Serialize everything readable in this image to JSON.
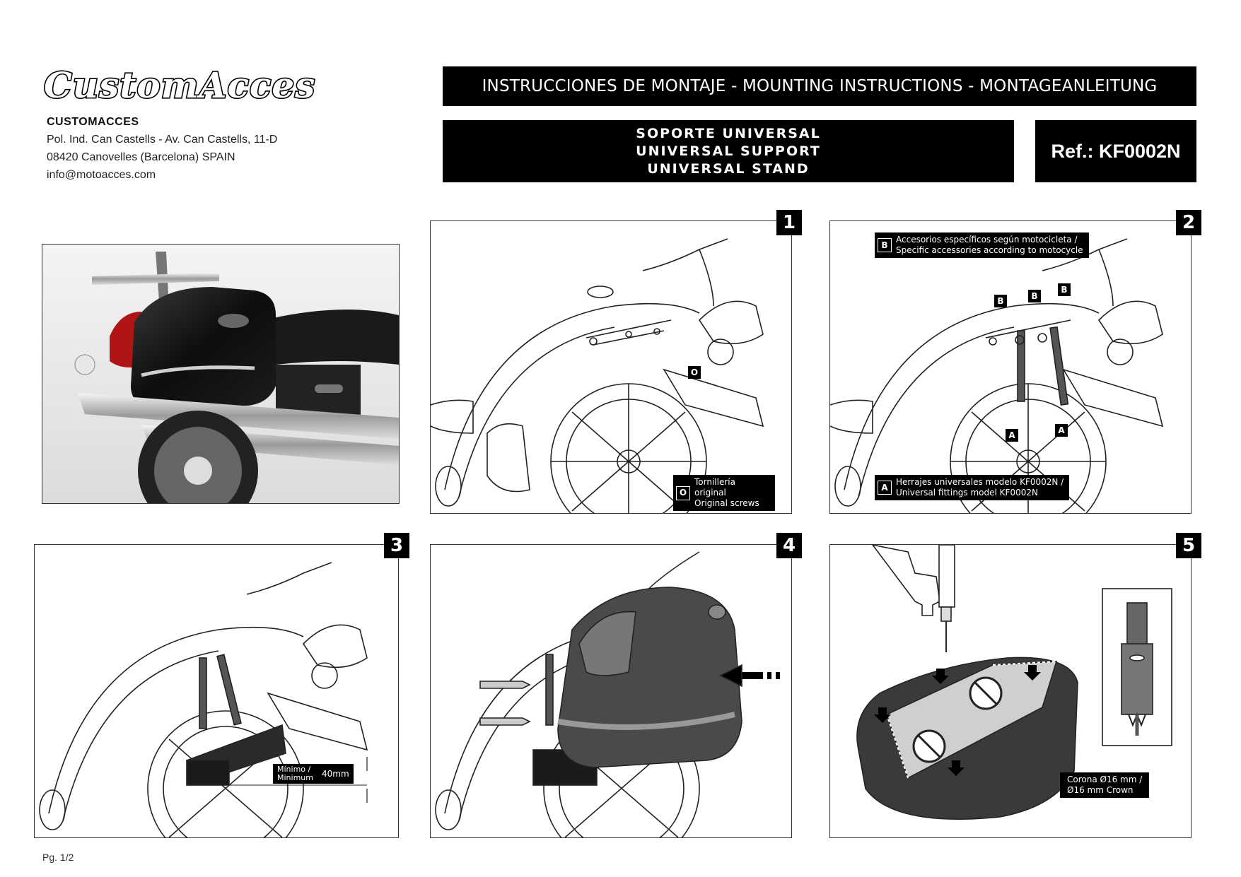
{
  "brand": {
    "logo_text": "CustomAcces"
  },
  "company": {
    "name": "CUSTOMACCES",
    "address1": "Pol. Ind. Can Castells - Av. Can Castells, 11-D",
    "address2": "08420 Canovelles (Barcelona) SPAIN",
    "email": "info@motoacces.com"
  },
  "header": {
    "title": "INSTRUCCIONES DE MONTAJE - MOUNTING INSTRUCTIONS - MONTAGEANLEITUNG",
    "product_lines": [
      "SOPORTE UNIVERSAL",
      "UNIVERSAL SUPPORT",
      "UNIVERSAL STAND"
    ],
    "ref": "Ref.: KF0002N"
  },
  "steps": {
    "s1": {
      "number": "1",
      "marker": "O",
      "legend_key": "O",
      "legend_line1": "Tornillería original",
      "legend_line2": "Original screws"
    },
    "s2": {
      "number": "2",
      "marker_b": "B",
      "marker_a": "A",
      "legend_top_key": "B",
      "legend_top_line1": "Accesorios específicos según motocicleta /",
      "legend_top_line2": "Specific accessories according to motocycle",
      "legend_bottom_key": "A",
      "legend_bottom_line1": "Herrajes universales modelo KF0002N /",
      "legend_bottom_line2": "Universal fittings model KF0002N"
    },
    "s3": {
      "number": "3",
      "min_line1": "Mínimo /",
      "min_line2": "Minimum",
      "min_value": "40mm"
    },
    "s4": {
      "number": "4"
    },
    "s5": {
      "number": "5",
      "crown_line1": "Corona Ø16 mm /",
      "crown_line2": "Ø16 mm Crown"
    }
  },
  "footer": {
    "page": "Pg. 1/2"
  },
  "colors": {
    "black": "#000000",
    "case_gray": "#4a4a4a",
    "line": "#333333"
  }
}
